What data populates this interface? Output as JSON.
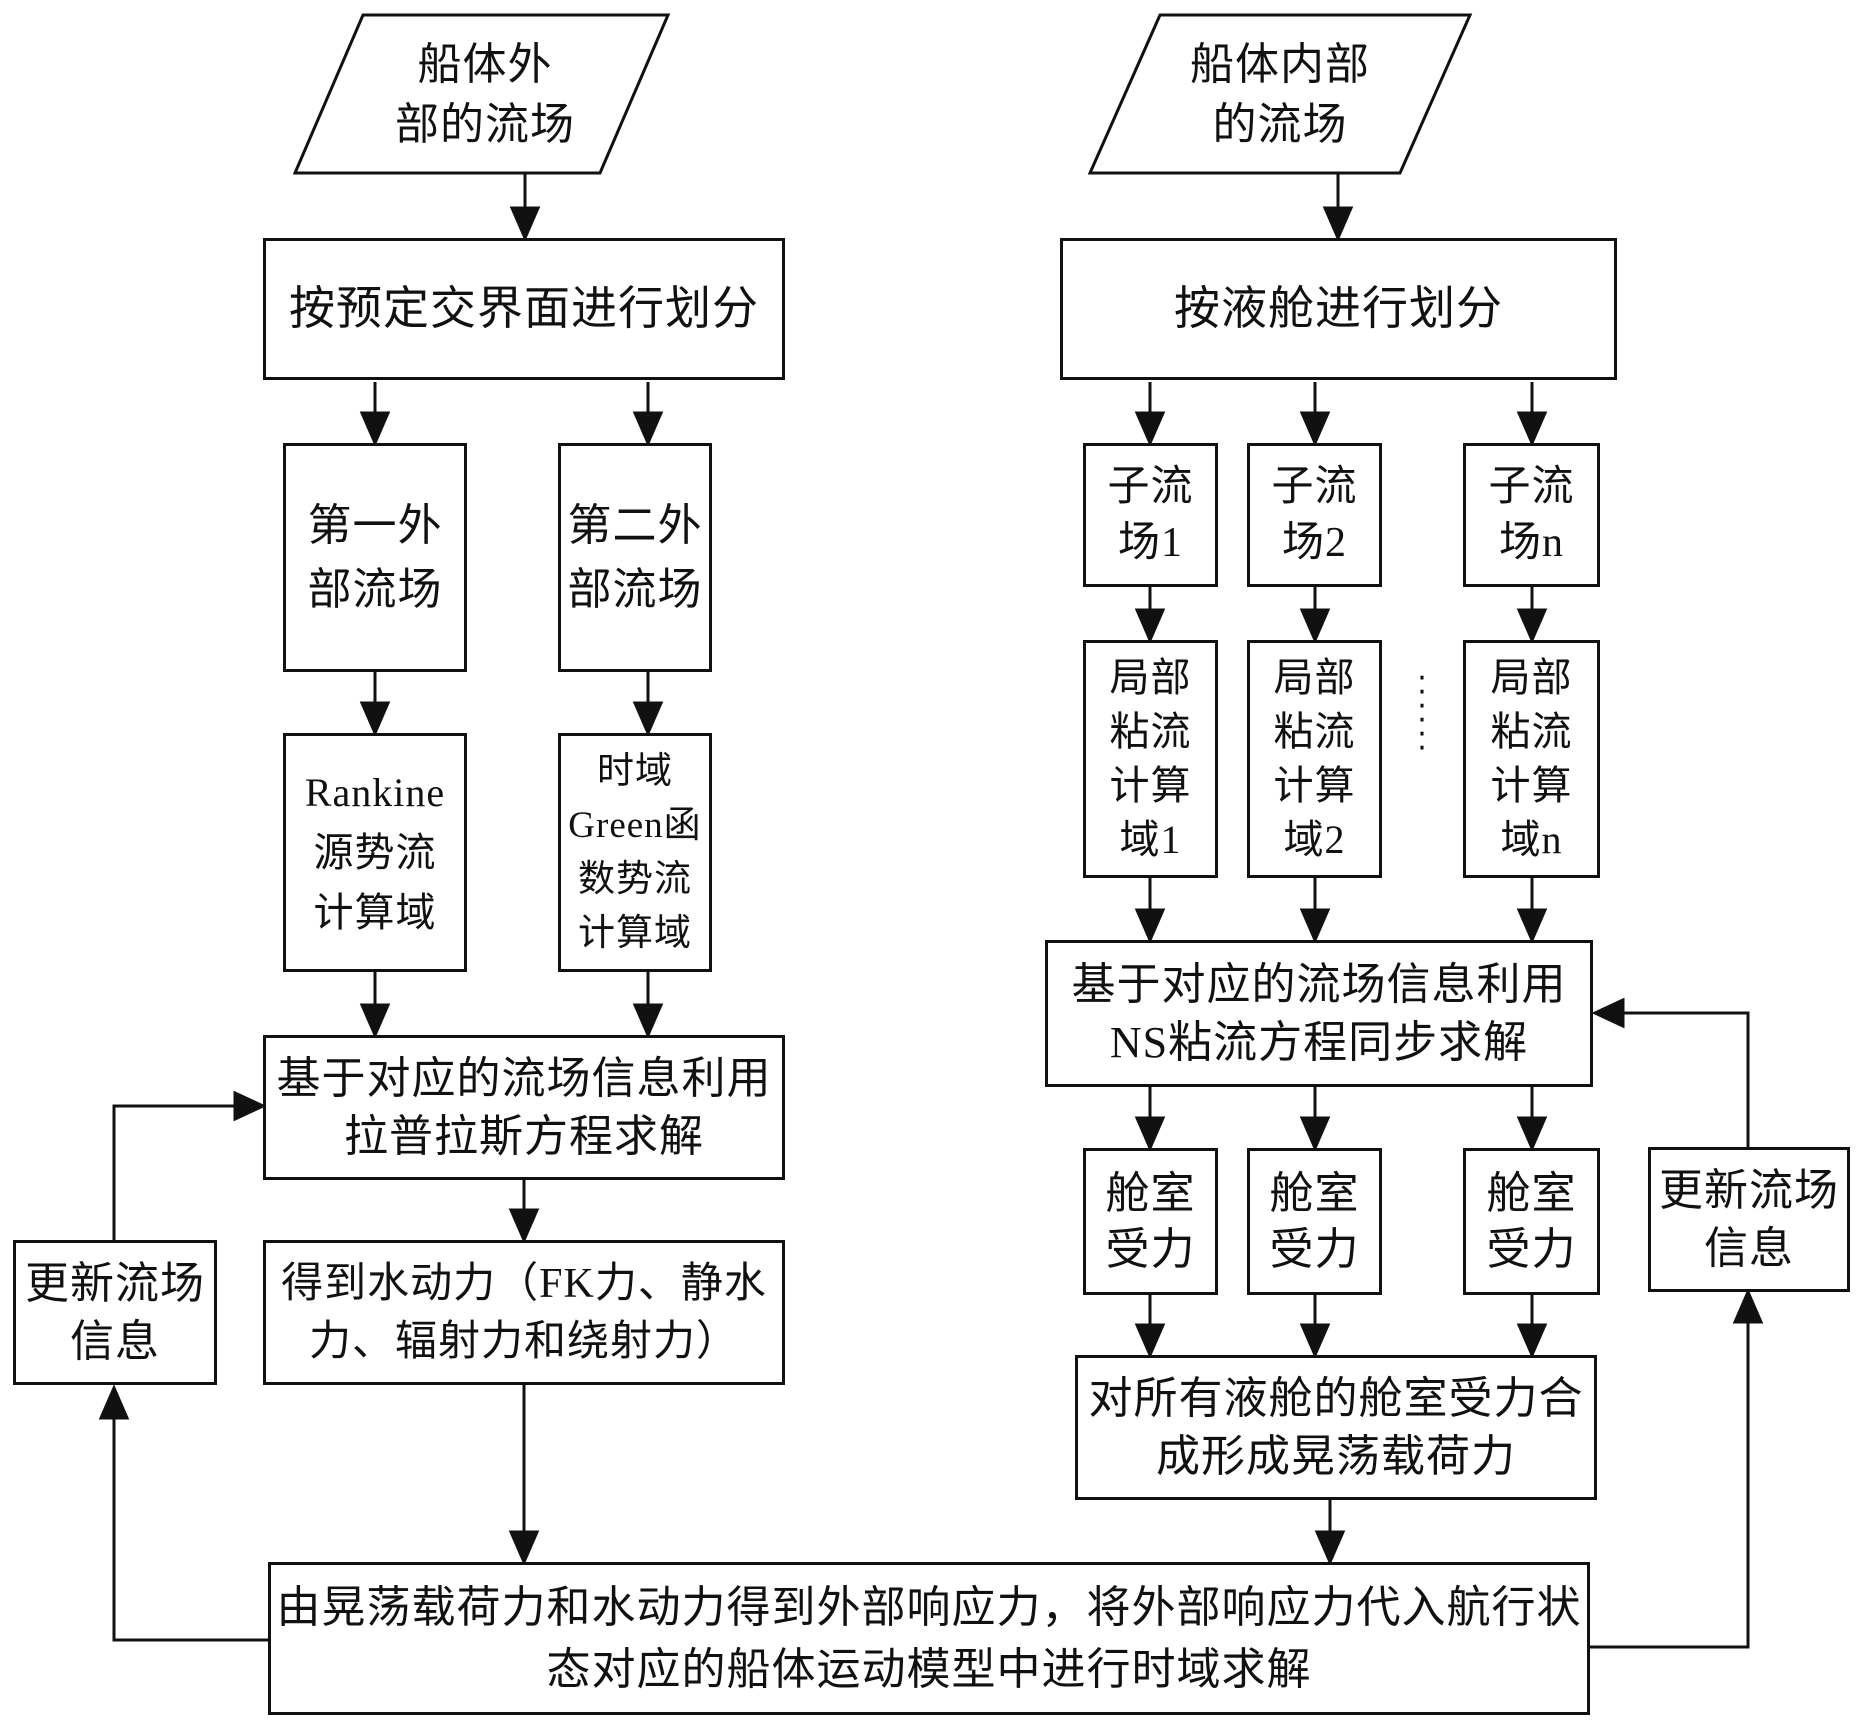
{
  "figure": {
    "type": "flowchart",
    "description": "Patent flowchart: coupled external/internal ship flow-field time-domain solving"
  },
  "colors": {
    "ink": "#111111",
    "background": "#ffffff"
  },
  "nodes": {
    "left_input": "船体外\n部的流场",
    "left_divide": "按预定交界面进行划分",
    "field1": "第一外\n部流场",
    "field2": "第二外\n部流场",
    "rankine": "Rankine\n源势流\n计算域",
    "green": "时域\nGreen函\n数势流\n计算域",
    "laplace": "基于对应的流场信息利用\n拉普拉斯方程求解",
    "hydro": "得到水动力（FK力、静水\n力、辐射力和绕射力）",
    "update_left": "更新流场\n信息",
    "right_input": "船体内部\n的流场",
    "right_divide": "按液舱进行划分",
    "sub1": "子流\n场1",
    "sub2": "子流\n场2",
    "subn": "子流\n场n",
    "visc1": "局部\n粘流\n计算\n域1",
    "visc2": "局部\n粘流\n计算\n域2",
    "viscn": "局部\n粘流\n计算\n域n",
    "ns": "基于对应的流场信息利用\nNS粘流方程同步求解",
    "force1": "舱室\n受力",
    "force2": "舱室\n受力",
    "forcen": "舱室\n受力",
    "combine": "对所有液舱的舱室受力合\n成形成晃荡载荷力",
    "update_right": "更新流场\n信息",
    "bottom": "由晃荡载荷力和水动力得到外部响应力，将外部响应力代入航行状\n态对应的船体运动模型中进行时域求解",
    "ellipsis": "······"
  }
}
